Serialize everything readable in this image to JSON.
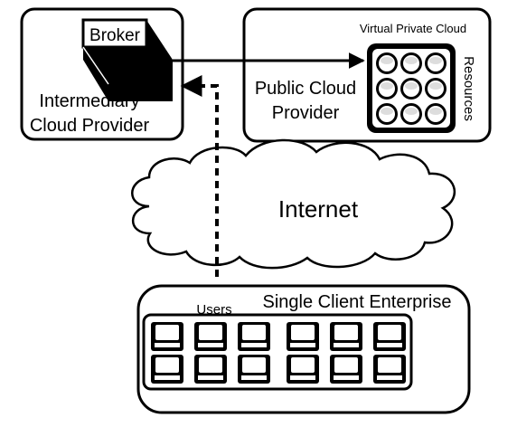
{
  "intermediary": {
    "broker_label": "Broker",
    "name_line1": "Intermediary",
    "name_line2": "Cloud Provider"
  },
  "public_cloud": {
    "vpc_label": "Virtual Private Cloud",
    "name_line1": "Public Cloud",
    "name_line2": "Provider",
    "resources_label": "Resources"
  },
  "internet": {
    "label": "Internet"
  },
  "enterprise": {
    "name": "Single Client Enterprise",
    "users_label": "Users"
  },
  "colors": {
    "stroke": "#000000",
    "background": "#ffffff"
  }
}
